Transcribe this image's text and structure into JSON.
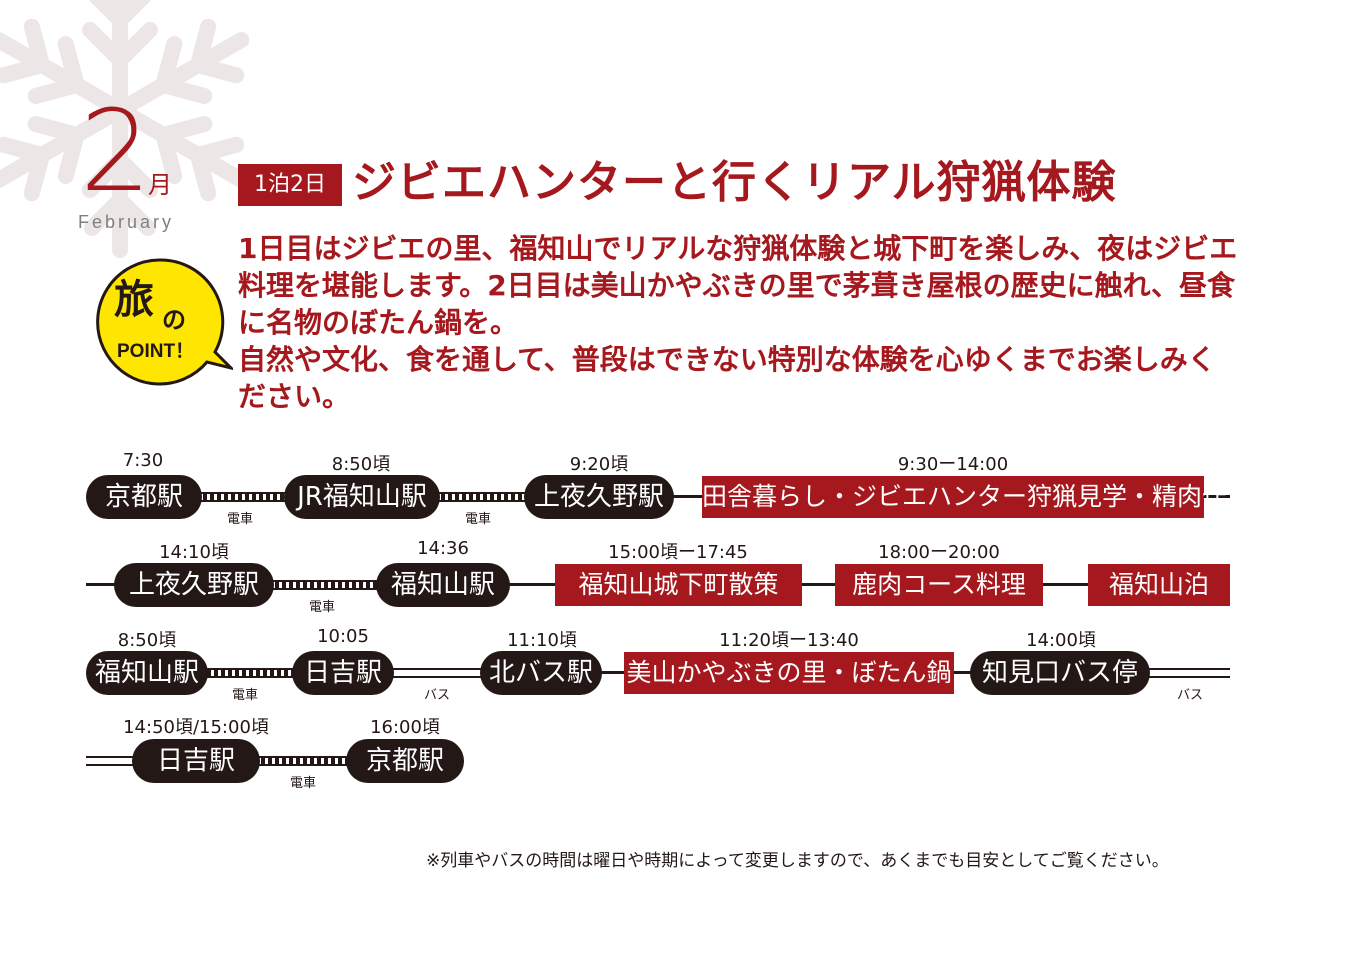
{
  "month": {
    "number": "2",
    "kanji": "月",
    "english": "February"
  },
  "title": {
    "nights_badge": "1泊2日",
    "text": "ジビエハンターと行くリアル狩猟体験"
  },
  "description": {
    "para1": "1日目はジビエの里、福知山でリアルな狩猟体験と城下町を楽しみ、夜はジビエ料理を堪能します。2日目は美山かやぶきの里で茅葺き屋根の歴史に触れ、昼食に名物のぼたん鍋を。",
    "para2": "自然や文化、食を通して、普段はできない特別な体験を心ゆくまでお楽しみください。"
  },
  "point_badge": {
    "kanji": "旅",
    "no": "の",
    "en": "POINT！"
  },
  "schedule": {
    "row1": {
      "times": [
        "7:30",
        "8:50頃",
        "9:20頃",
        "9:30ー14:00"
      ],
      "stops": [
        "京都駅",
        "JR福知山駅",
        "上夜久野駅"
      ],
      "activity": "田舎暮らし・ジビエハンター狩猟見学・精肉作業見学",
      "modes": [
        "電車",
        "電車"
      ]
    },
    "row2": {
      "times": [
        "14:10頃",
        "14:36",
        "15:00頃ー17:45",
        "18:00ー20:00"
      ],
      "stops": [
        "上夜久野駅",
        "福知山駅"
      ],
      "activities": [
        "福知山城下町散策",
        "鹿肉コース料理",
        "福知山泊"
      ],
      "modes": [
        "電車"
      ]
    },
    "row3": {
      "times": [
        "8:50頃",
        "10:05",
        "11:10頃",
        "11:20頃ー13:40",
        "14:00頃"
      ],
      "stops": [
        "福知山駅",
        "日吉駅",
        "北バス駅",
        "知見口バス停"
      ],
      "activity": "美山かやぶきの里・ぼたん鍋",
      "modes": [
        "電車",
        "バス",
        "バス"
      ]
    },
    "row4": {
      "times": [
        "14:50頃/15:00頃",
        "16:00頃"
      ],
      "stops": [
        "日吉駅",
        "京都駅"
      ],
      "modes": [
        "電車"
      ]
    }
  },
  "footnote": "※列車やバスの時間は曜日や時期によって変更しますので、あくまでも目安としてご覧ください。",
  "colors": {
    "accent": "#a5191e",
    "dark": "#231815",
    "badge_yellow": "#ffe600",
    "snowflake": "#ece6e6"
  }
}
